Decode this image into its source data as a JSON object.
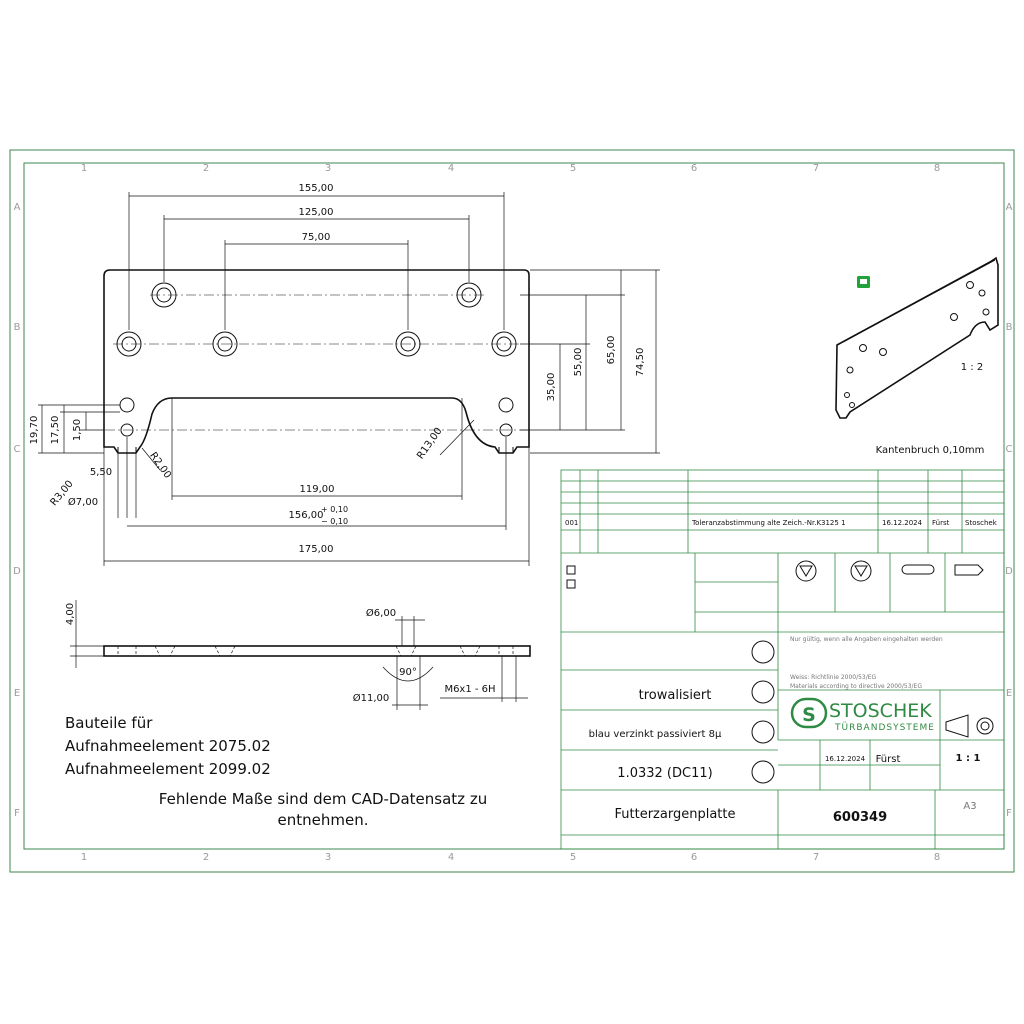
{
  "grid": {
    "columns": [
      "1",
      "2",
      "3",
      "4",
      "5",
      "6",
      "7",
      "8"
    ],
    "rows": [
      "A",
      "B",
      "C",
      "D",
      "E",
      "F"
    ]
  },
  "dims": {
    "d155": "155,00",
    "d125": "125,00",
    "d75": "75,00",
    "d74_5": "74,50",
    "d65": "65,00",
    "d55": "55,00",
    "d35": "35,00",
    "d19_7": "19,70",
    "d17_5": "17,50",
    "d1_5": "1,50",
    "d5_5": "5,50",
    "r3": "R3,00",
    "dia7": "Ø7,00",
    "r2": "R2,00",
    "r13": "R13,00",
    "d119": "119,00",
    "d156": "156,00",
    "tol_plus": "+ 0,10",
    "tol_minus": "− 0,10",
    "d175": "175,00",
    "d4": "4,00",
    "dia6": "Ø6,00",
    "angle90": "90°",
    "dia11": "Ø11,00",
    "thread": "M6x1 - 6H"
  },
  "iso_view": {
    "scale": "1 : 2",
    "edge_break": "Kantenbruch 0,10mm"
  },
  "notes": {
    "line1": "Bauteile für",
    "line2": "Aufnahmeelement 2075.02",
    "line3": "Aufnahmeelement 2099.02",
    "line4": "Fehlende Maße sind dem CAD-Datensatz zu",
    "line5": "entnehmen."
  },
  "title_block": {
    "revision_index": "001",
    "revision_text": "Toleranzabstimmung alte Zeich.-Nr.K3125 1",
    "revision_date": "16.12.2024",
    "revision_name1": "Fürst",
    "revision_name2": "Stoschek",
    "surface1": "trowalisiert",
    "surface2": "blau verzinkt passiviert 8μ",
    "material": "1.0332 (DC11)",
    "title": "Futterzargenplatte",
    "drawing_number": "600349",
    "company_name": "STOSCHEK",
    "company_sub": "TÜRBANDSYSTEME",
    "date": "16.12.2024",
    "drawn_by": "Fürst",
    "scale": "1 : 1",
    "format": "A3",
    "remark1": "Nur gültig, wenn alle Angaben eingehalten werden",
    "remark2": "Weiss: Richtlinie 2000/53/EG",
    "remark3": "Materials according to directive 2000/53/EG"
  },
  "colors": {
    "frame": "#3b8a4c",
    "lines": "#111111",
    "comment_icon": "#22a33a"
  }
}
